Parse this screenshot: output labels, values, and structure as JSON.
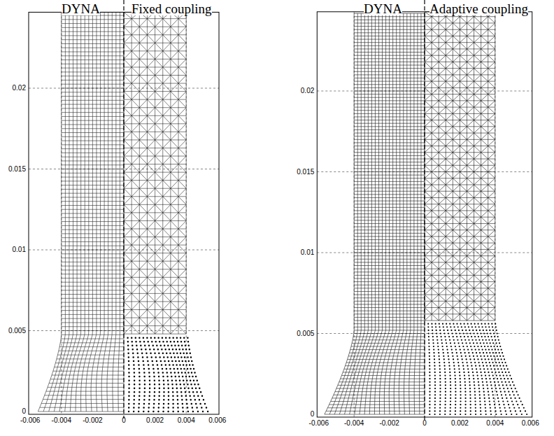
{
  "diagram": {
    "labels": [
      "DYNA",
      "Fixed coupling",
      "DYNA",
      "Adaptive coupling",
      "0.02",
      "0.015",
      "0.01",
      "0.005",
      "0",
      "-0.006",
      "-0.004",
      "-0.002",
      "0",
      "0.002",
      "0.004",
      "0.006",
      "0.02",
      "0.015",
      "0.01",
      "0.005",
      "0",
      "-0.006",
      "-0.004",
      "-0.002",
      "0",
      "0.002",
      "0.004",
      "0.006"
    ]
  }
}
